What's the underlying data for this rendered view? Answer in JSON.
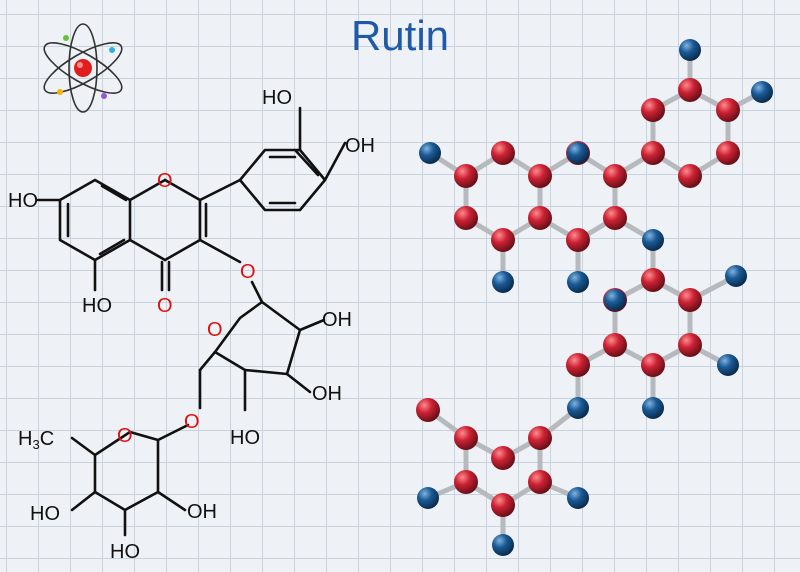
{
  "title": "Rutin",
  "colors": {
    "title": "#1f5aa6",
    "oxygen_label": "#d11111",
    "grid": "#c9d3de",
    "carbon_atom": "#cc2233",
    "hydrogen_atom": "#1a5a96",
    "atom_icon_nucleus": "#e01e1e"
  },
  "icons": [
    "atom-icon"
  ],
  "labels": {
    "ho_top": "HO",
    "oh_right": "OH",
    "ho_left": "HO",
    "ring_o_chromone": "O",
    "ring_o_carbonyl": "O",
    "ho_bottom": "HO",
    "o_glycosidic": "O",
    "glucose_ring_o": "O",
    "glucose_oh1": "OH",
    "glucose_oh2": "OH",
    "glucose_ho": "HO",
    "o_link": "O",
    "rhamnose_ring_o": "O",
    "methyl_h": "H",
    "methyl_sub": "3",
    "methyl_c": "C",
    "rhamnose_ho_left": "HO",
    "rhamnose_oh": "OH",
    "rhamnose_ho_bottom": "HO"
  }
}
